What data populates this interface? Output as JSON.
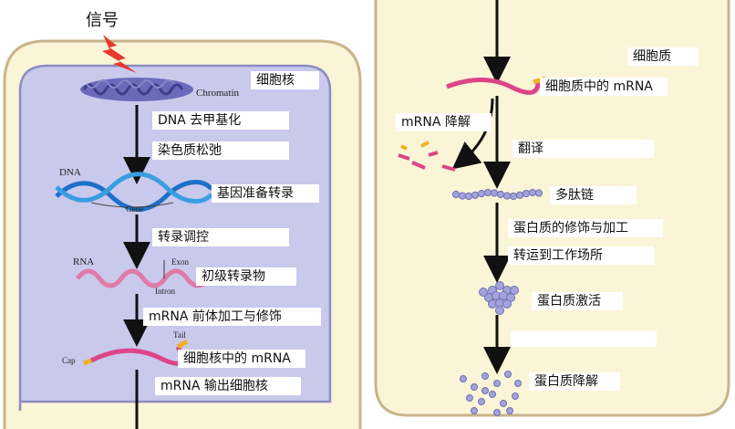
{
  "signal": "信号",
  "nucleus": {
    "title": "细胞核",
    "chromatin": "Chromatin",
    "dna_label": "DNA",
    "gene_label": "Gene",
    "rna_label": "RNA",
    "exon_label": "Exon",
    "intron_label": "Intron",
    "cap_label": "Cap",
    "tail_label": "Tail",
    "steps": [
      "DNA 去甲基化",
      "染色质松弛",
      "基因准备转录",
      "转录调控",
      "初级转录物",
      "mRNA 前体加工与修饰",
      "细胞核中的 mRNA",
      "mRNA 输出细胞核"
    ]
  },
  "cytoplasm": {
    "title": "细胞质",
    "steps": [
      "细胞质中的 mRNA",
      "mRNA 降解",
      "翻译",
      "多肽链",
      "蛋白质的修饰与加工",
      "转运到工作场所",
      "蛋白质激活",
      "",
      "蛋白质降解"
    ]
  },
  "colors": {
    "cell": "#fbf5d8",
    "nucleus": "#c9c9ec",
    "mrna": "#dd4488",
    "peptide": "#9a9ad8"
  }
}
